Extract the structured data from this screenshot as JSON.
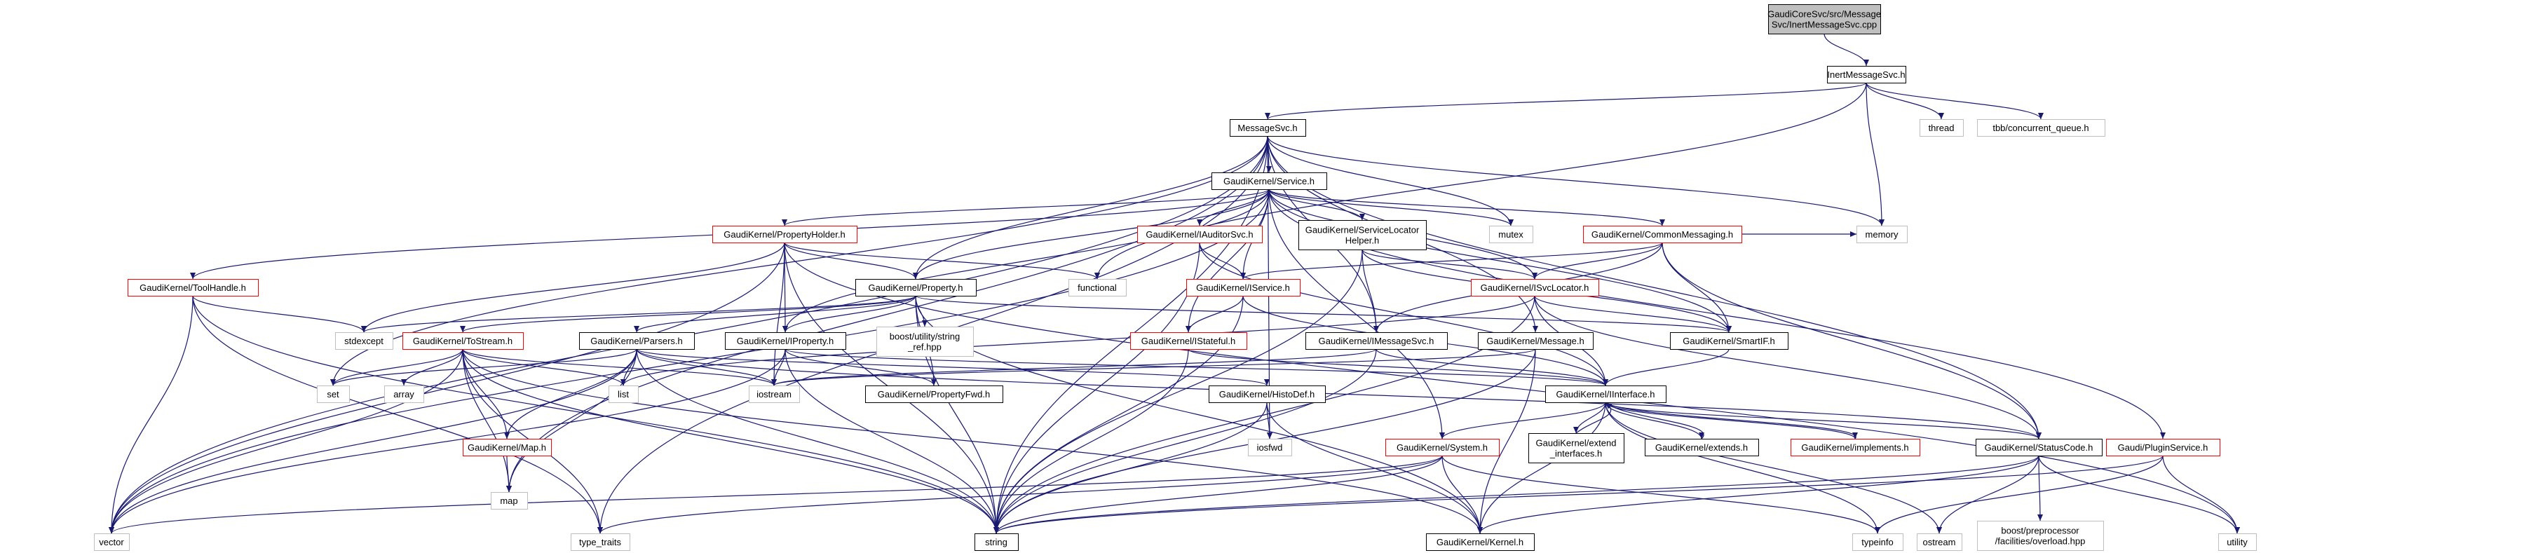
{
  "colors": {
    "edge": "#191970",
    "node_black": "#000000",
    "node_red": "#ff0000",
    "node_grey": "#bfbfbf",
    "root_fill": "#bfbfbf"
  },
  "nodes": [
    {
      "id": "root",
      "lines": [
        "GaudiCoreSvc/src/Message",
        "Svc/InertMessageSvc.cpp"
      ],
      "border": "black",
      "root": true
    },
    {
      "id": "inert",
      "lines": [
        "InertMessageSvc.h"
      ],
      "border": "black"
    },
    {
      "id": "thread",
      "lines": [
        "thread"
      ],
      "border": "grey"
    },
    {
      "id": "tbbq",
      "lines": [
        "tbb/concurrent_queue.h"
      ],
      "border": "grey"
    },
    {
      "id": "msgsvc",
      "lines": [
        "MessageSvc.h"
      ],
      "border": "black"
    },
    {
      "id": "service",
      "lines": [
        "GaudiKernel/Service.h"
      ],
      "border": "black"
    },
    {
      "id": "mutex",
      "lines": [
        "mutex"
      ],
      "border": "grey"
    },
    {
      "id": "memory",
      "lines": [
        "memory"
      ],
      "border": "grey"
    },
    {
      "id": "propholder",
      "lines": [
        "GaudiKernel/PropertyHolder.h"
      ],
      "border": "red"
    },
    {
      "id": "iauditor",
      "lines": [
        "GaudiKernel/IAuditorSvc.h"
      ],
      "border": "red"
    },
    {
      "id": "svclochelper",
      "lines": [
        "GaudiKernel/ServiceLocator",
        "Helper.h"
      ],
      "border": "black"
    },
    {
      "id": "commonmsg",
      "lines": [
        "GaudiKernel/CommonMessaging.h"
      ],
      "border": "red"
    },
    {
      "id": "toolhandle",
      "lines": [
        "GaudiKernel/ToolHandle.h"
      ],
      "border": "red"
    },
    {
      "id": "property",
      "lines": [
        "GaudiKernel/Property.h"
      ],
      "border": "black"
    },
    {
      "id": "functional",
      "lines": [
        "functional"
      ],
      "border": "grey"
    },
    {
      "id": "iservice",
      "lines": [
        "GaudiKernel/IService.h"
      ],
      "border": "red"
    },
    {
      "id": "isvclocator",
      "lines": [
        "GaudiKernel/ISvcLocator.h"
      ],
      "border": "red"
    },
    {
      "id": "stdexcept",
      "lines": [
        "stdexcept"
      ],
      "border": "grey"
    },
    {
      "id": "tostream",
      "lines": [
        "GaudiKernel/ToStream.h"
      ],
      "border": "red"
    },
    {
      "id": "parsers",
      "lines": [
        "GaudiKernel/Parsers.h"
      ],
      "border": "black"
    },
    {
      "id": "iproperty",
      "lines": [
        "GaudiKernel/IProperty.h"
      ],
      "border": "black"
    },
    {
      "id": "boostsr",
      "lines": [
        "boost/utility/string",
        "_ref.hpp"
      ],
      "border": "grey"
    },
    {
      "id": "istateful",
      "lines": [
        "GaudiKernel/IStateful.h"
      ],
      "border": "red"
    },
    {
      "id": "imsgsvc",
      "lines": [
        "GaudiKernel/IMessageSvc.h"
      ],
      "border": "black"
    },
    {
      "id": "message",
      "lines": [
        "GaudiKernel/Message.h"
      ],
      "border": "black"
    },
    {
      "id": "smartif",
      "lines": [
        "GaudiKernel/SmartIF.h"
      ],
      "border": "black"
    },
    {
      "id": "set",
      "lines": [
        "set"
      ],
      "border": "grey"
    },
    {
      "id": "array",
      "lines": [
        "array"
      ],
      "border": "grey"
    },
    {
      "id": "list",
      "lines": [
        "list"
      ],
      "border": "grey"
    },
    {
      "id": "iostream",
      "lines": [
        "iostream"
      ],
      "border": "grey"
    },
    {
      "id": "propfwd",
      "lines": [
        "GaudiKernel/PropertyFwd.h"
      ],
      "border": "black"
    },
    {
      "id": "histodef",
      "lines": [
        "GaudiKernel/HistoDef.h"
      ],
      "border": "black"
    },
    {
      "id": "iinterface",
      "lines": [
        "GaudiKernel/IInterface.h"
      ],
      "border": "black"
    },
    {
      "id": "mapgk",
      "lines": [
        "GaudiKernel/Map.h"
      ],
      "border": "red"
    },
    {
      "id": "map",
      "lines": [
        "map"
      ],
      "border": "grey"
    },
    {
      "id": "iosfwd",
      "lines": [
        "iosfwd"
      ],
      "border": "grey"
    },
    {
      "id": "system",
      "lines": [
        "GaudiKernel/System.h"
      ],
      "border": "red"
    },
    {
      "id": "extendif",
      "lines": [
        "GaudiKernel/extend",
        "_interfaces.h"
      ],
      "border": "black"
    },
    {
      "id": "extends",
      "lines": [
        "GaudiKernel/extends.h"
      ],
      "border": "black"
    },
    {
      "id": "implements",
      "lines": [
        "GaudiKernel/implements.h"
      ],
      "border": "red"
    },
    {
      "id": "statuscode",
      "lines": [
        "GaudiKernel/StatusCode.h"
      ],
      "border": "black"
    },
    {
      "id": "pluginsvc",
      "lines": [
        "Gaudi/PluginService.h"
      ],
      "border": "red"
    },
    {
      "id": "vector",
      "lines": [
        "vector"
      ],
      "border": "grey"
    },
    {
      "id": "typetraits",
      "lines": [
        "type_traits"
      ],
      "border": "grey"
    },
    {
      "id": "string",
      "lines": [
        "string"
      ],
      "border": "black"
    },
    {
      "id": "kernel",
      "lines": [
        "GaudiKernel/Kernel.h"
      ],
      "border": "black"
    },
    {
      "id": "typeinfo",
      "lines": [
        "typeinfo"
      ],
      "border": "grey"
    },
    {
      "id": "ostream",
      "lines": [
        "ostream"
      ],
      "border": "grey"
    },
    {
      "id": "boostpp",
      "lines": [
        "boost/preprocessor",
        "/facilities/overload.hpp"
      ],
      "border": "grey"
    },
    {
      "id": "utility",
      "lines": [
        "utility"
      ],
      "border": "grey"
    }
  ],
  "edges": [
    [
      "root",
      "inert"
    ],
    [
      "inert",
      "msgsvc"
    ],
    [
      "inert",
      "thread"
    ],
    [
      "inert",
      "tbbq"
    ],
    [
      "inert",
      "memory"
    ],
    [
      "inert",
      "functional"
    ],
    [
      "msgsvc",
      "service"
    ],
    [
      "msgsvc",
      "mutex"
    ],
    [
      "msgsvc",
      "memory"
    ],
    [
      "msgsvc",
      "vector"
    ],
    [
      "msgsvc",
      "string"
    ],
    [
      "msgsvc",
      "map"
    ],
    [
      "msgsvc",
      "set"
    ],
    [
      "msgsvc",
      "iosfwd"
    ],
    [
      "msgsvc",
      "property"
    ],
    [
      "msgsvc",
      "imsgsvc"
    ],
    [
      "msgsvc",
      "message"
    ],
    [
      "msgsvc",
      "statuscode"
    ],
    [
      "msgsvc",
      "typetraits"
    ],
    [
      "service",
      "propholder"
    ],
    [
      "service",
      "iauditor"
    ],
    [
      "service",
      "svclochelper"
    ],
    [
      "service",
      "commonmsg"
    ],
    [
      "service",
      "toolhandle"
    ],
    [
      "service",
      "property"
    ],
    [
      "service",
      "iservice"
    ],
    [
      "service",
      "isvclocator"
    ],
    [
      "service",
      "iproperty"
    ],
    [
      "service",
      "smartif"
    ],
    [
      "service",
      "istateful"
    ],
    [
      "service",
      "mutex"
    ],
    [
      "service",
      "pluginsvc"
    ],
    [
      "service",
      "vector"
    ],
    [
      "service",
      "system"
    ],
    [
      "propholder",
      "property"
    ],
    [
      "propholder",
      "iproperty"
    ],
    [
      "propholder",
      "stdexcept"
    ],
    [
      "propholder",
      "vector"
    ],
    [
      "propholder",
      "string"
    ],
    [
      "propholder",
      "iostream"
    ],
    [
      "propholder",
      "functional"
    ],
    [
      "propholder",
      "utility"
    ],
    [
      "iauditor",
      "iservice"
    ],
    [
      "iauditor",
      "string"
    ],
    [
      "iauditor",
      "iinterface"
    ],
    [
      "svclochelper",
      "isvclocator"
    ],
    [
      "svclochelper",
      "smartif"
    ],
    [
      "svclochelper",
      "imsgsvc"
    ],
    [
      "svclochelper",
      "string"
    ],
    [
      "commonmsg",
      "iservice"
    ],
    [
      "commonmsg",
      "isvclocator"
    ],
    [
      "commonmsg",
      "smartif"
    ],
    [
      "commonmsg",
      "imsgsvc"
    ],
    [
      "commonmsg",
      "memory"
    ],
    [
      "commonmsg",
      "statuscode"
    ],
    [
      "toolhandle",
      "stdexcept"
    ],
    [
      "toolhandle",
      "vector"
    ],
    [
      "toolhandle",
      "string"
    ],
    [
      "toolhandle",
      "typetraits"
    ],
    [
      "property",
      "stdexcept"
    ],
    [
      "property",
      "tostream"
    ],
    [
      "property",
      "parsers"
    ],
    [
      "property",
      "iproperty"
    ],
    [
      "property",
      "boostsr"
    ],
    [
      "property",
      "propfwd"
    ],
    [
      "property",
      "smartif"
    ],
    [
      "property",
      "string"
    ],
    [
      "property",
      "kernel"
    ],
    [
      "iservice",
      "istateful"
    ],
    [
      "iservice",
      "string"
    ],
    [
      "iservice",
      "iinterface"
    ],
    [
      "isvclocator",
      "list"
    ],
    [
      "isvclocator",
      "string"
    ],
    [
      "isvclocator",
      "smartif"
    ],
    [
      "isvclocator",
      "iinterface"
    ],
    [
      "isvclocator",
      "statuscode"
    ],
    [
      "tostream",
      "set"
    ],
    [
      "tostream",
      "array"
    ],
    [
      "tostream",
      "list"
    ],
    [
      "tostream",
      "mapgk"
    ],
    [
      "tostream",
      "map"
    ],
    [
      "tostream",
      "vector"
    ],
    [
      "tostream",
      "string"
    ],
    [
      "tostream",
      "typetraits"
    ],
    [
      "tostream",
      "iostream"
    ],
    [
      "tostream",
      "kernel"
    ],
    [
      "parsers",
      "list"
    ],
    [
      "parsers",
      "map"
    ],
    [
      "parsers",
      "set"
    ],
    [
      "parsers",
      "mapgk"
    ],
    [
      "parsers",
      "vector"
    ],
    [
      "parsers",
      "string"
    ],
    [
      "parsers",
      "iostream"
    ],
    [
      "parsers",
      "histodef"
    ],
    [
      "parsers",
      "statuscode"
    ],
    [
      "iproperty",
      "iostream"
    ],
    [
      "iproperty",
      "propfwd"
    ],
    [
      "iproperty",
      "string"
    ],
    [
      "iproperty",
      "vector"
    ],
    [
      "iproperty",
      "iinterface"
    ],
    [
      "istateful",
      "string"
    ],
    [
      "istateful",
      "iinterface"
    ],
    [
      "imsgsvc",
      "string"
    ],
    [
      "imsgsvc",
      "iostream"
    ],
    [
      "imsgsvc",
      "iinterface"
    ],
    [
      "message",
      "string"
    ],
    [
      "message",
      "iostream"
    ],
    [
      "message",
      "kernel"
    ],
    [
      "smartif",
      "iinterface"
    ],
    [
      "histodef",
      "iosfwd"
    ],
    [
      "histodef",
      "string"
    ],
    [
      "histodef",
      "kernel"
    ],
    [
      "mapgk",
      "map"
    ],
    [
      "iinterface",
      "system"
    ],
    [
      "iinterface",
      "extendif"
    ],
    [
      "iinterface",
      "extends"
    ],
    [
      "iinterface",
      "implements"
    ],
    [
      "iinterface",
      "statuscode"
    ],
    [
      "iinterface",
      "kernel"
    ],
    [
      "iinterface",
      "typeinfo"
    ],
    [
      "iinterface",
      "ostream"
    ],
    [
      "extendif",
      "iinterface"
    ],
    [
      "extends",
      "iinterface"
    ],
    [
      "implements",
      "iinterface"
    ],
    [
      "system",
      "kernel"
    ],
    [
      "system",
      "string"
    ],
    [
      "system",
      "vector"
    ],
    [
      "system",
      "typeinfo"
    ],
    [
      "system",
      "typetraits"
    ],
    [
      "statuscode",
      "ostream"
    ],
    [
      "statuscode",
      "boostpp"
    ],
    [
      "statuscode",
      "utility"
    ],
    [
      "statuscode",
      "kernel"
    ],
    [
      "statuscode",
      "string"
    ],
    [
      "pluginsvc",
      "typeinfo"
    ],
    [
      "pluginsvc",
      "utility"
    ],
    [
      "pluginsvc",
      "string"
    ]
  ]
}
